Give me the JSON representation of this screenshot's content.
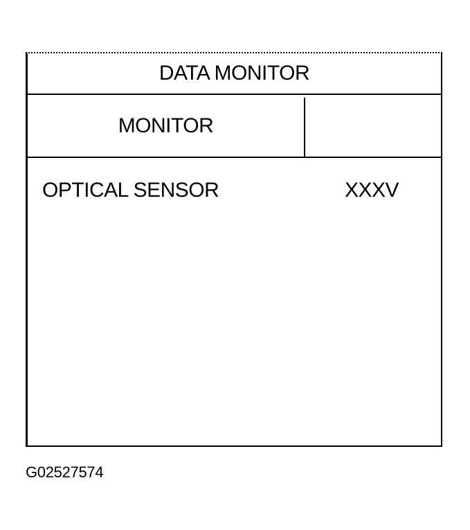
{
  "panel": {
    "title": "DATA MONITOR",
    "columns": {
      "monitor_header": "MONITOR",
      "value_header": ""
    },
    "rows": [
      {
        "label": "OPTICAL SENSOR",
        "value": "XXXV"
      }
    ]
  },
  "figure_id": "G02527574"
}
